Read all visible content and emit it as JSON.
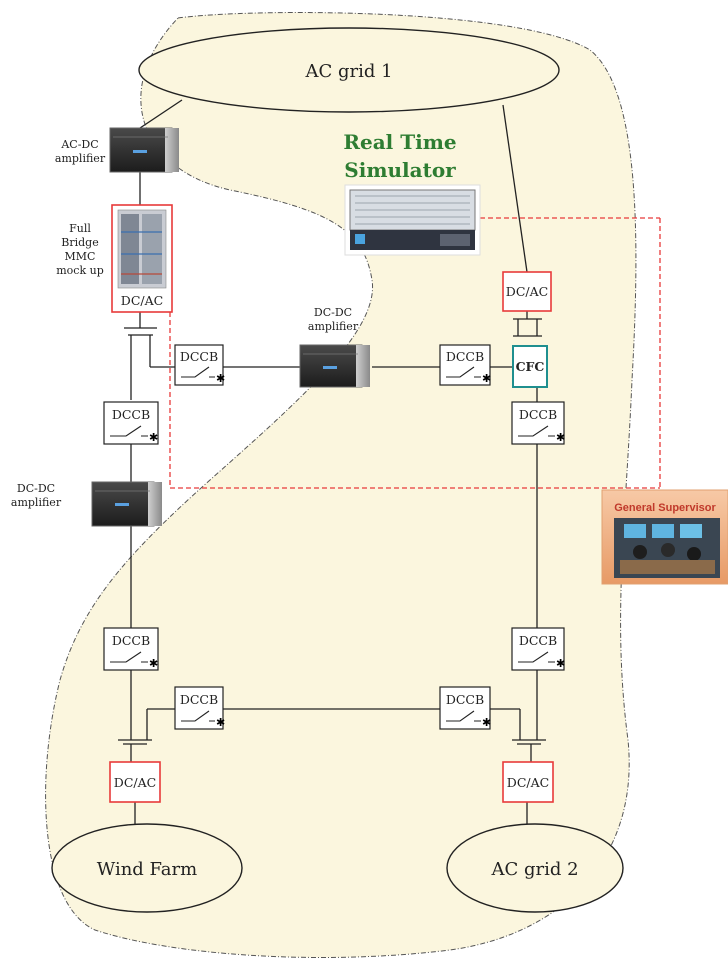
{
  "colors": {
    "region_fill": "#fbf6de",
    "converter_border": "#e83a3a",
    "cfc_border": "#1f8f8f",
    "simulator_title": "#2e7d32",
    "link_dashed": "#e83a3a",
    "line": "#222222"
  },
  "simulator": {
    "title_line1": "Real Time",
    "title_line2": "Simulator"
  },
  "grids": {
    "ac_grid_1": "AC grid 1",
    "ac_grid_2": "AC grid 2",
    "wind_farm": "Wind Farm"
  },
  "amplifiers": {
    "ac_dc_line1": "AC-DC",
    "ac_dc_line2": "amplifier",
    "dc_dc_top_line1": "DC-DC",
    "dc_dc_top_line2": "amplifier",
    "dc_dc_left_line1": "DC-DC",
    "dc_dc_left_line2": "amplifier"
  },
  "mmc": {
    "line1": "Full",
    "line2": "Bridge",
    "line3": "MMC",
    "line4": "mock up",
    "converter_label": "DC/AC"
  },
  "converters": {
    "top_right": "DC/AC",
    "bottom_left": "DC/AC",
    "bottom_right": "DC/AC",
    "cfc": "CFC"
  },
  "breakers": {
    "b1": "DCCB",
    "b2": "DCCB",
    "b3": "DCCB",
    "b4": "DCCB",
    "b5": "DCCB",
    "b6": "DCCB",
    "b7": "DCCB",
    "b8": "DCCB"
  },
  "supervisor": {
    "label": "General Supervisor"
  }
}
